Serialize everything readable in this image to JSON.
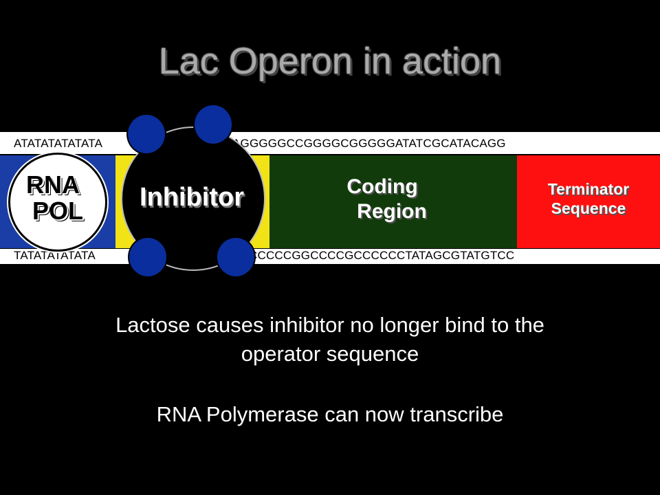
{
  "slide": {
    "title": "Lac Operon in action",
    "dna_top": "ATATATATATATAGGGGGGCCGGGGCGGGGGATATCGCATACAGG",
    "dna_top_visible": "ATATATATATATA",
    "dna_top_right": "AGGGGGCCGGGGCGGGGGATATCGCATACAGG",
    "dna_bottom_visible": "TATATATATATA",
    "dna_bottom_right": "CCCCCGGCCCCGCCCCCCTATAGCGTATGTCC",
    "rna_pol_line1": "RNA",
    "rna_pol_line2": "POL",
    "inhibitor": "Inhibitor",
    "coding_line1": "Coding",
    "coding_line2": "Region",
    "terminator_line1": "Terminator",
    "terminator_line2": "Sequence",
    "desc1_line1": "Lactose causes inhibitor no longer bind to the",
    "desc1_line2": "operator sequence",
    "desc2": "RNA Polymerase can now transcribe"
  },
  "colors": {
    "promoter": "#1a3ea6",
    "operator": "#f2e316",
    "coding": "#123b0c",
    "terminator": "#ff1010",
    "inhibitor_knobs": "#0a2e9e"
  }
}
